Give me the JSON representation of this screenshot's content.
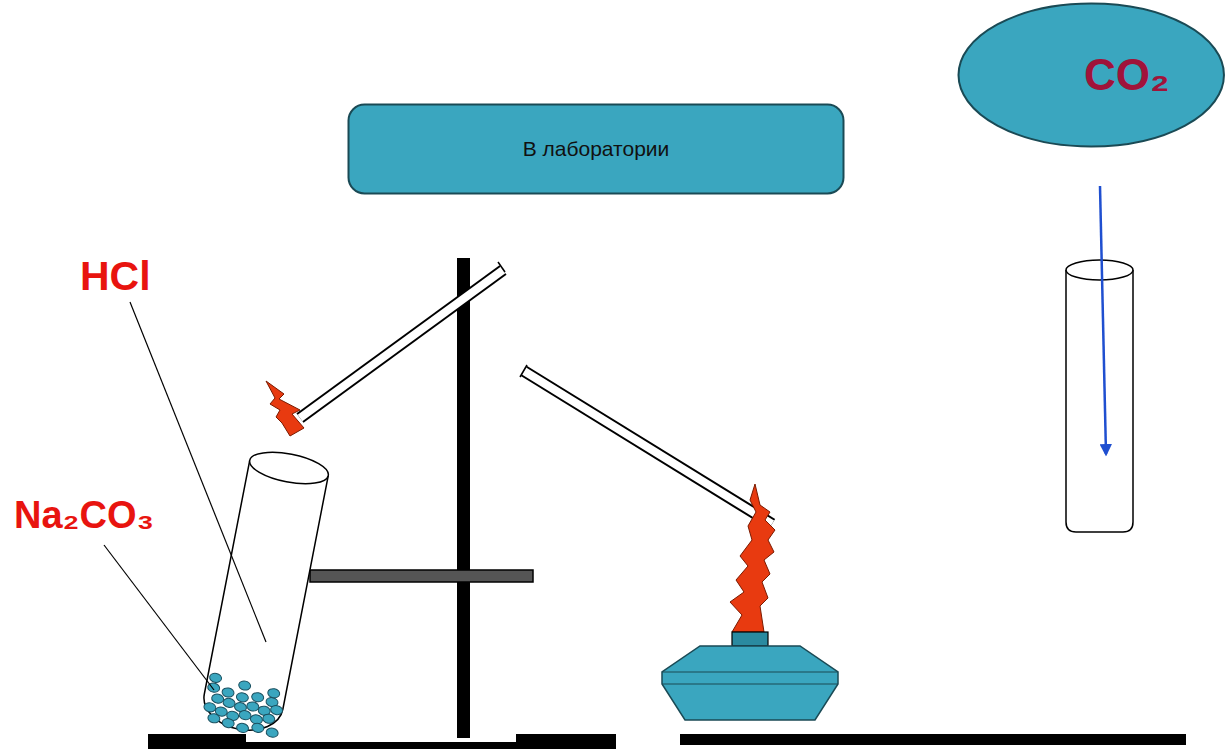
{
  "diagram": {
    "nodes": [
      {
        "text": [
          "В лаборатории"
        ]
      },
      {
        "text": [
          "CO₂"
        ]
      }
    ],
    "labels": [
      "HCl",
      "Na₂CO₃"
    ]
  }
}
